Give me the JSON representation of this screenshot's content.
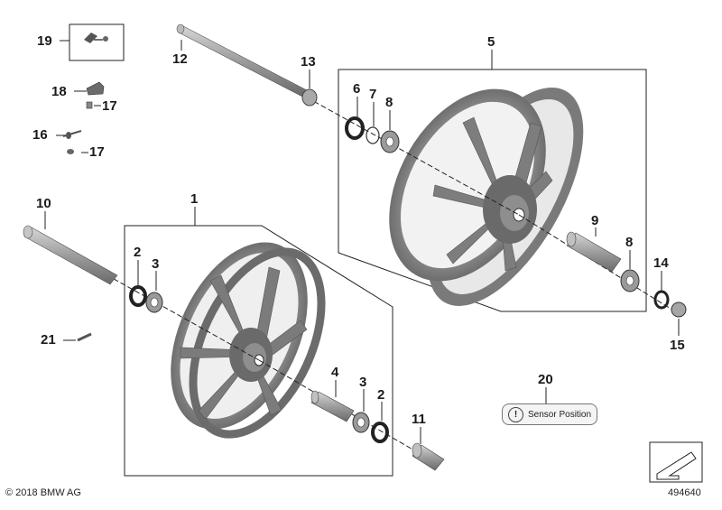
{
  "callouts": {
    "c1": "1",
    "c2a": "2",
    "c3a": "3",
    "c2b": "2",
    "c3b": "3",
    "c4": "4",
    "c5": "5",
    "c6": "6",
    "c7": "7",
    "c8a": "8",
    "c8b": "8",
    "c9": "9",
    "c10": "10",
    "c11": "11",
    "c12": "12",
    "c13": "13",
    "c14": "14",
    "c15": "15",
    "c16": "16",
    "c17a": "17",
    "c17b": "17",
    "c18": "18",
    "c19": "19",
    "c20": "20",
    "c21": "21"
  },
  "note": {
    "label": "Sensor Position",
    "icon": "info-icon"
  },
  "footer": {
    "copyright": "© 2018 BMW AG",
    "diagram_number": "494640"
  },
  "colors": {
    "wheel": "#8a8a8a",
    "wheel_dark": "#5c5c5c",
    "line": "#222222"
  }
}
